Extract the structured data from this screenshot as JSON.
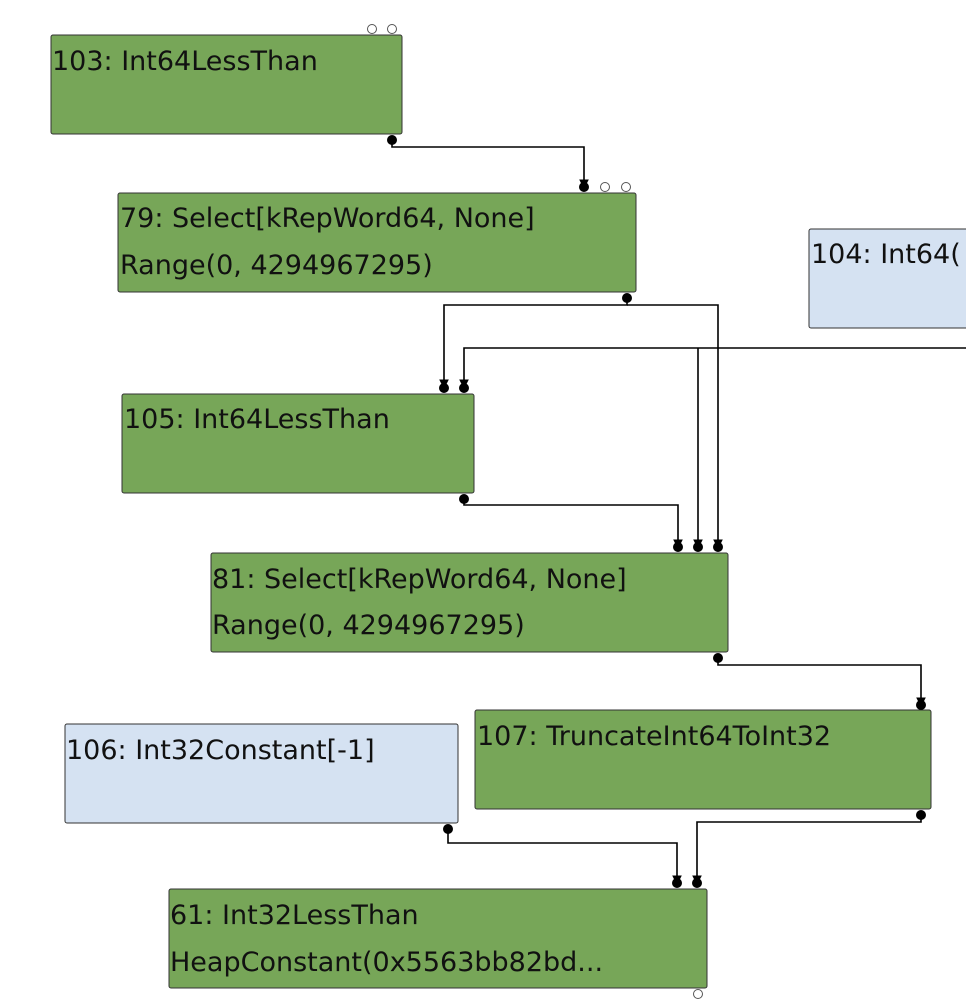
{
  "colors": {
    "node_fill_green": "#77a658",
    "node_fill_blue": "#d5e2f2",
    "edge": "#000000"
  },
  "nodes": [
    {
      "key": "n103",
      "lines": [
        "103: Int64LessThan"
      ],
      "kind": "green"
    },
    {
      "key": "n79",
      "lines": [
        "79: Select[kRepWord64, None]",
        "Range(0, 4294967295)"
      ],
      "kind": "green"
    },
    {
      "key": "n104",
      "lines": [
        "104: Int64("
      ],
      "kind": "blue"
    },
    {
      "key": "n105",
      "lines": [
        "105: Int64LessThan"
      ],
      "kind": "green"
    },
    {
      "key": "n81",
      "lines": [
        "81: Select[kRepWord64, None]",
        "Range(0, 4294967295)"
      ],
      "kind": "green"
    },
    {
      "key": "n106",
      "lines": [
        "106: Int32Constant[-1]"
      ],
      "kind": "blue"
    },
    {
      "key": "n107",
      "lines": [
        "107: TruncateInt64ToInt32"
      ],
      "kind": "green"
    },
    {
      "key": "n61",
      "lines": [
        "61: Int32LessThan",
        "HeapConstant(0x5563bb82bd..."
      ],
      "kind": "green"
    }
  ]
}
